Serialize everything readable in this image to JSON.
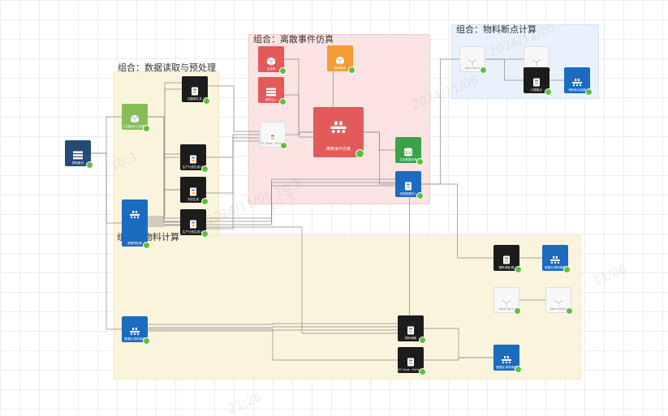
{
  "groups": [
    {
      "id": "g1",
      "title": "组合：数据读取与预处理",
      "bg": "#fbf4dc",
      "border": "#f1e6bd"
    },
    {
      "id": "g2",
      "title": "组合：离散事件仿真",
      "bg": "#fbe3e3",
      "border": "#f3cccc"
    },
    {
      "id": "g3",
      "title": "组合：物料断点计算",
      "bg": "#e9f2fc",
      "border": "#d0e2f6"
    },
    {
      "id": "g4",
      "title": "组合：物料计算",
      "bg": "#fbf4dc",
      "border": "#f1e6bd"
    }
  ],
  "nodes": [
    {
      "id": "wljh",
      "label": "物料断页",
      "variant": "navy",
      "icon": "table-icon"
    },
    {
      "id": "prep",
      "label": "工艺路线&工序数据",
      "variant": "lgreen",
      "icon": "cube-icon"
    },
    {
      "id": "ctrl",
      "label": "控制单汇总",
      "variant": "dark",
      "icon": "python-icon"
    },
    {
      "id": "plan1",
      "label": "生产计划生成(1)",
      "variant": "dark",
      "icon": "python-icon"
    },
    {
      "id": "stock",
      "label": "手的生成",
      "variant": "dark",
      "icon": "python-icon"
    },
    {
      "id": "plan2",
      "label": "生产计划生成(2)",
      "variant": "dark",
      "icon": "python-icon"
    },
    {
      "id": "datapre",
      "label": "数据预处理",
      "variant": "blue",
      "icon": "conveyor-icon"
    },
    {
      "id": "sim_s1",
      "label": "生成单",
      "variant": "red",
      "icon": "cube-icon"
    },
    {
      "id": "sim_s2",
      "label": "事件注入",
      "variant": "red",
      "icon": "table-icon"
    },
    {
      "id": "sim_o",
      "label": "物料需求",
      "variant": "orange",
      "icon": "cube-icon"
    },
    {
      "id": "vscode1",
      "label": "VS Code - Python Run",
      "variant": "white",
      "icon": "python-icon"
    },
    {
      "id": "des",
      "label": "离散事件仿真",
      "variant": "red",
      "icon": "conveyor-icon"
    },
    {
      "id": "dsave",
      "label": "文本数据存储",
      "variant": "green",
      "icon": "database-icon"
    },
    {
      "id": "simin",
      "label": "仿真数据写入",
      "variant": "blue",
      "icon": "python-icon"
    },
    {
      "id": "ws1",
      "label": "data input",
      "variant": "white",
      "icon": "cube-icon"
    },
    {
      "id": "ws2",
      "label": "data output",
      "variant": "white",
      "icon": "cube-icon"
    },
    {
      "id": "calc",
      "label": "计算断点",
      "variant": "dark",
      "icon": "python-icon"
    },
    {
      "id": "bpout",
      "label": "物料断点结果",
      "variant": "blue",
      "icon": "conveyor-icon"
    },
    {
      "id": "mcalc",
      "label": "物料消耗-数",
      "variant": "dark",
      "icon": "python-icon"
    },
    {
      "id": "mout1",
      "label": "数据化-物料明细",
      "variant": "blue",
      "icon": "conveyor-icon"
    },
    {
      "id": "ws3",
      "label": "data input",
      "variant": "white",
      "icon": "cube-icon"
    },
    {
      "id": "ws4",
      "label": "data output",
      "variant": "white",
      "icon": "cube-icon"
    },
    {
      "id": "mxpre",
      "label": "数据化-物料明细",
      "variant": "blue",
      "icon": "conveyor-icon"
    },
    {
      "id": "mcons",
      "label": "物料消耗",
      "variant": "dark",
      "icon": "python-icon"
    },
    {
      "id": "vscode2",
      "label": "VS Code - Python Run",
      "variant": "dark",
      "icon": "python-icon"
    },
    {
      "id": "mout2",
      "label": "数据化-物料明细",
      "variant": "blue",
      "icon": "conveyor-icon"
    }
  ],
  "watermarks": [
    "2024/11/06 10:3",
    "10:3",
    "2024/11/06",
    "2024/11/06",
    "10:3",
    "11/06",
    "21:26"
  ]
}
